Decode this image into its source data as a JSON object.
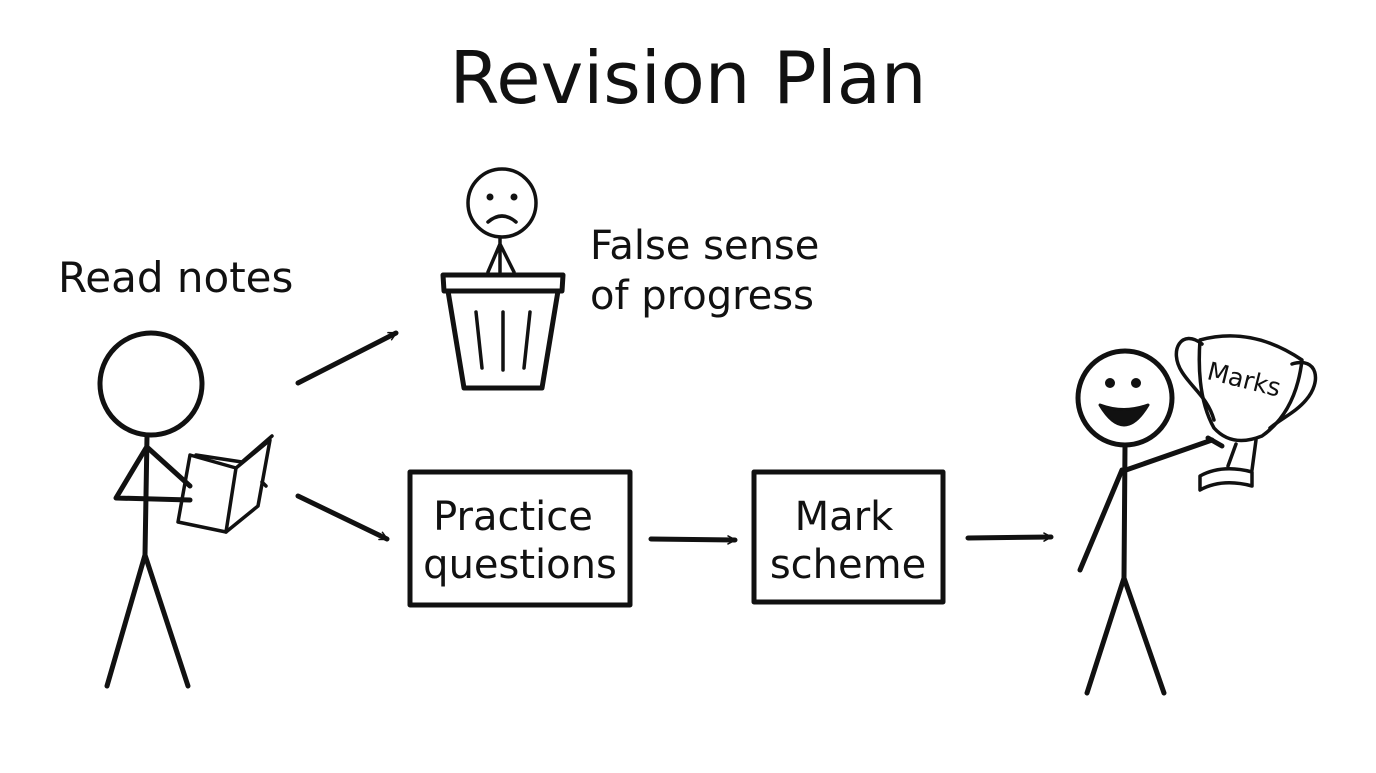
{
  "diagram": {
    "title": "Revision Plan",
    "nodes": {
      "read_notes": {
        "label": "Read notes"
      },
      "false_progress": {
        "label_line1": "False sense",
        "label_line2": "of progress"
      },
      "practice_questions": {
        "label_line1": "Practice",
        "label_line2": "questions"
      },
      "mark_scheme": {
        "label_line1": "Mark",
        "label_line2": "scheme"
      },
      "trophy": {
        "label": "Marks"
      }
    },
    "edges": [
      {
        "from": "read_notes",
        "to": "false_progress"
      },
      {
        "from": "read_notes",
        "to": "practice_questions"
      },
      {
        "from": "practice_questions",
        "to": "mark_scheme"
      },
      {
        "from": "mark_scheme",
        "to": "trophy"
      }
    ],
    "colors": {
      "ink": "#111111",
      "background": "#ffffff"
    }
  }
}
